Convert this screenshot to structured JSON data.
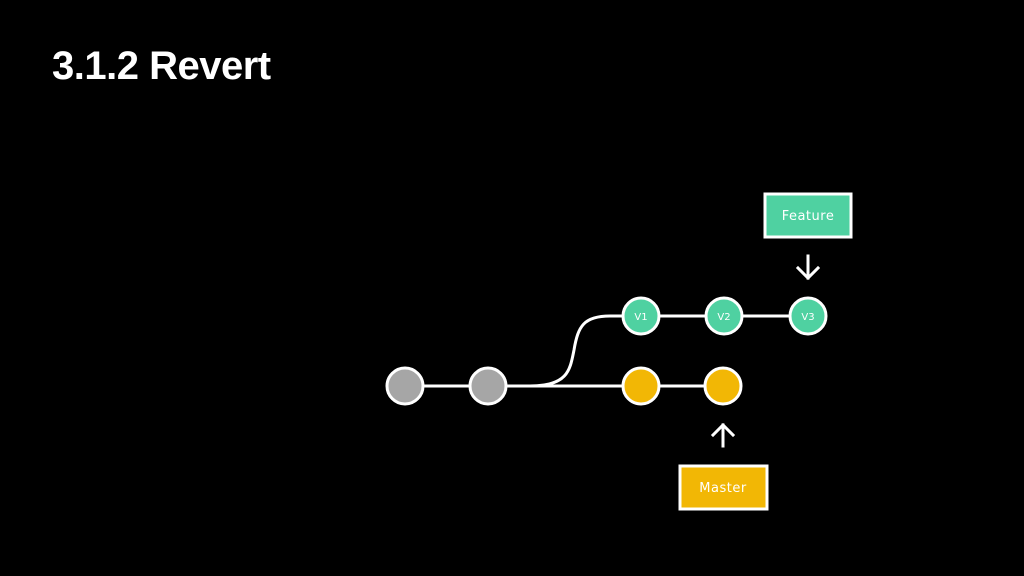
{
  "slide": {
    "title": "3.1.2 Revert"
  },
  "colors": {
    "background": "#000000",
    "line": "#ffffff",
    "base_commit": "#a6a6a6",
    "master_commit": "#f2b705",
    "feature_commit": "#4fd1a1"
  },
  "commits": {
    "base_1": {
      "label": ""
    },
    "base_2": {
      "label": ""
    },
    "master_1": {
      "label": ""
    },
    "master_2": {
      "label": ""
    },
    "feature_v1": {
      "label": "V1"
    },
    "feature_v2": {
      "label": "V2"
    },
    "feature_v3": {
      "label": "V3"
    }
  },
  "branches": {
    "feature": {
      "label": "Feature"
    },
    "master": {
      "label": "Master"
    }
  }
}
